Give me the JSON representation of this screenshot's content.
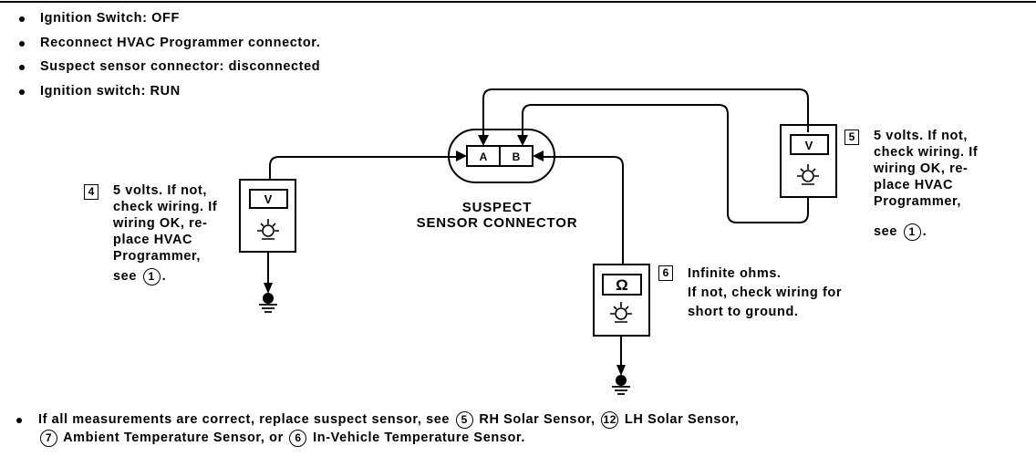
{
  "top_rule": true,
  "conditions": [
    "Ignition Switch: OFF",
    "Reconnect HVAC Programmer connector.",
    "Suspect sensor connector: disconnected",
    "Ignition switch: RUN"
  ],
  "connector": {
    "label_line1": "SUSPECT",
    "label_line2": "SENSOR CONNECTOR",
    "pin_a": "A",
    "pin_b": "B"
  },
  "meters": {
    "left": {
      "display": "V",
      "step": "4"
    },
    "right": {
      "display": "V",
      "step": "5"
    },
    "bottom": {
      "display": "Ω",
      "step": "6"
    }
  },
  "step4": {
    "lines": [
      "5 volts. If not,",
      "check wiring. If",
      "wiring OK, re-",
      "place HVAC",
      "Programmer,"
    ],
    "see_prefix": "see",
    "see_ref": "1",
    "see_suffix": "."
  },
  "step5": {
    "lines": [
      "5 volts. If not,",
      "check wiring. If",
      "wiring OK, re-",
      "place HVAC",
      "Programmer,"
    ],
    "see_prefix": "see",
    "see_ref": "1",
    "see_suffix": "."
  },
  "step6": {
    "lines": [
      "Infinite ohms.",
      "If not, check wiring for",
      "short to ground."
    ]
  },
  "footer": {
    "line1_a": "If all measurements are correct, replace suspect sensor, see",
    "ref5": "5",
    "line1_b": "RH Solar Sensor,",
    "ref12": "12",
    "line1_c": "LH Solar Sensor,",
    "ref7": "7",
    "line2_a": "Ambient Temperature Sensor, or",
    "ref6": "6",
    "line2_b": "In-Vehicle Temperature Sensor."
  }
}
